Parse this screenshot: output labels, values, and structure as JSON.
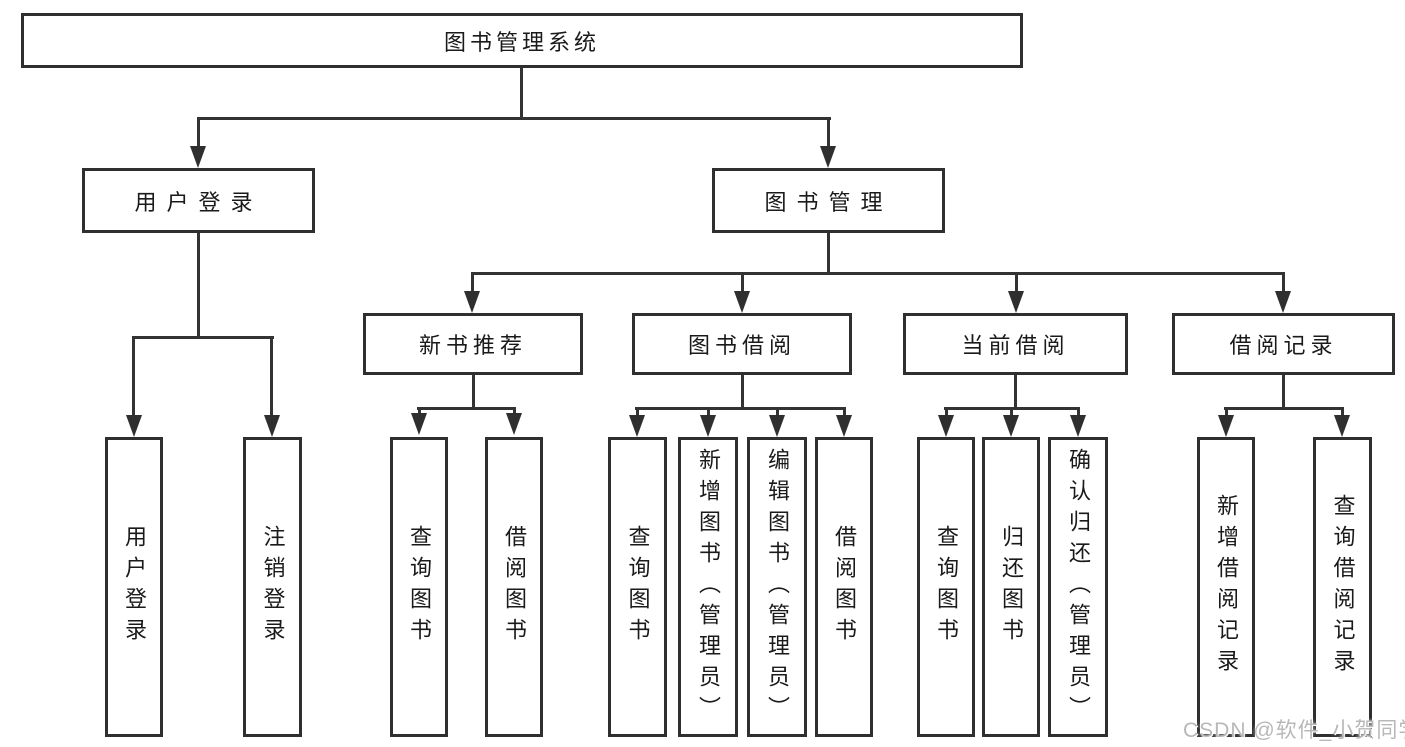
{
  "root": {
    "label": "图书管理系统"
  },
  "branches": [
    {
      "label": "用户登录",
      "children": [
        {
          "label": "用户登录"
        },
        {
          "label": "注销登录"
        }
      ]
    },
    {
      "label": "图书管理",
      "children": [
        {
          "label": "新书推荐",
          "children": [
            {
              "label": "查询图书"
            },
            {
              "label": "借阅图书"
            }
          ]
        },
        {
          "label": "图书借阅",
          "children": [
            {
              "label": "查询图书"
            },
            {
              "label": "新增图书（管理员）"
            },
            {
              "label": "编辑图书（管理员）"
            },
            {
              "label": "借阅图书"
            }
          ]
        },
        {
          "label": "当前借阅",
          "children": [
            {
              "label": "查询图书"
            },
            {
              "label": "归还图书"
            },
            {
              "label": "确认归还（管理员）"
            }
          ]
        },
        {
          "label": "借阅记录",
          "children": [
            {
              "label": "新增借阅记录"
            },
            {
              "label": "查询借阅记录"
            }
          ]
        }
      ]
    }
  ],
  "watermark": "CSDN @软件_小贺同学",
  "colors": {
    "line": "#333333",
    "box_border": "#2f2f2f",
    "text": "#1a1a1a",
    "watermark_text": "#b8b8b8",
    "background": "#ffffff"
  }
}
